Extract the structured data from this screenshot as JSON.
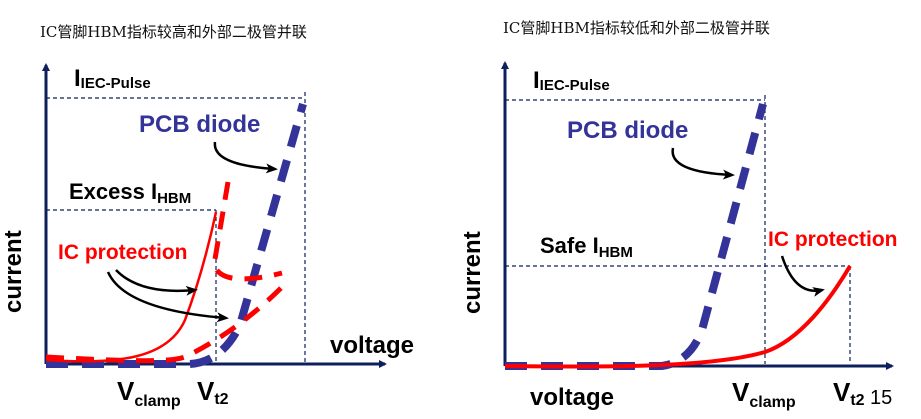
{
  "colors": {
    "axis": "#0d1f5c",
    "pcb": "#333399",
    "ic": "#ff0000",
    "text": "#000000"
  },
  "left": {
    "title": "IC管脚HBM指标较高和外部二极管并联",
    "i_main": "I",
    "i_iec_sub": "IEC-Pulse",
    "pcb_diode": "PCB diode",
    "excess_main": "Excess I",
    "excess_sub": "HBM",
    "ic_protection": "IC protection",
    "y_label": "current",
    "x_label": "voltage",
    "vclamp_main": "V",
    "vclamp_sub": "clamp",
    "vt2_main": "V",
    "vt2_sub": "t2"
  },
  "right": {
    "title": "IC管脚HBM指标较低和外部二极管并联",
    "i_main": "I",
    "i_iec_sub": "IEC-Pulse",
    "pcb_diode": "PCB diode",
    "safe_main": "Safe I",
    "safe_sub": "HBM",
    "ic_protection": "IC protection",
    "y_label": "current",
    "x_label": "voltage",
    "vclamp_main": "V",
    "vclamp_sub": "clamp",
    "vt2_main": "V",
    "vt2_sub": "t2"
  },
  "page_number": "15"
}
